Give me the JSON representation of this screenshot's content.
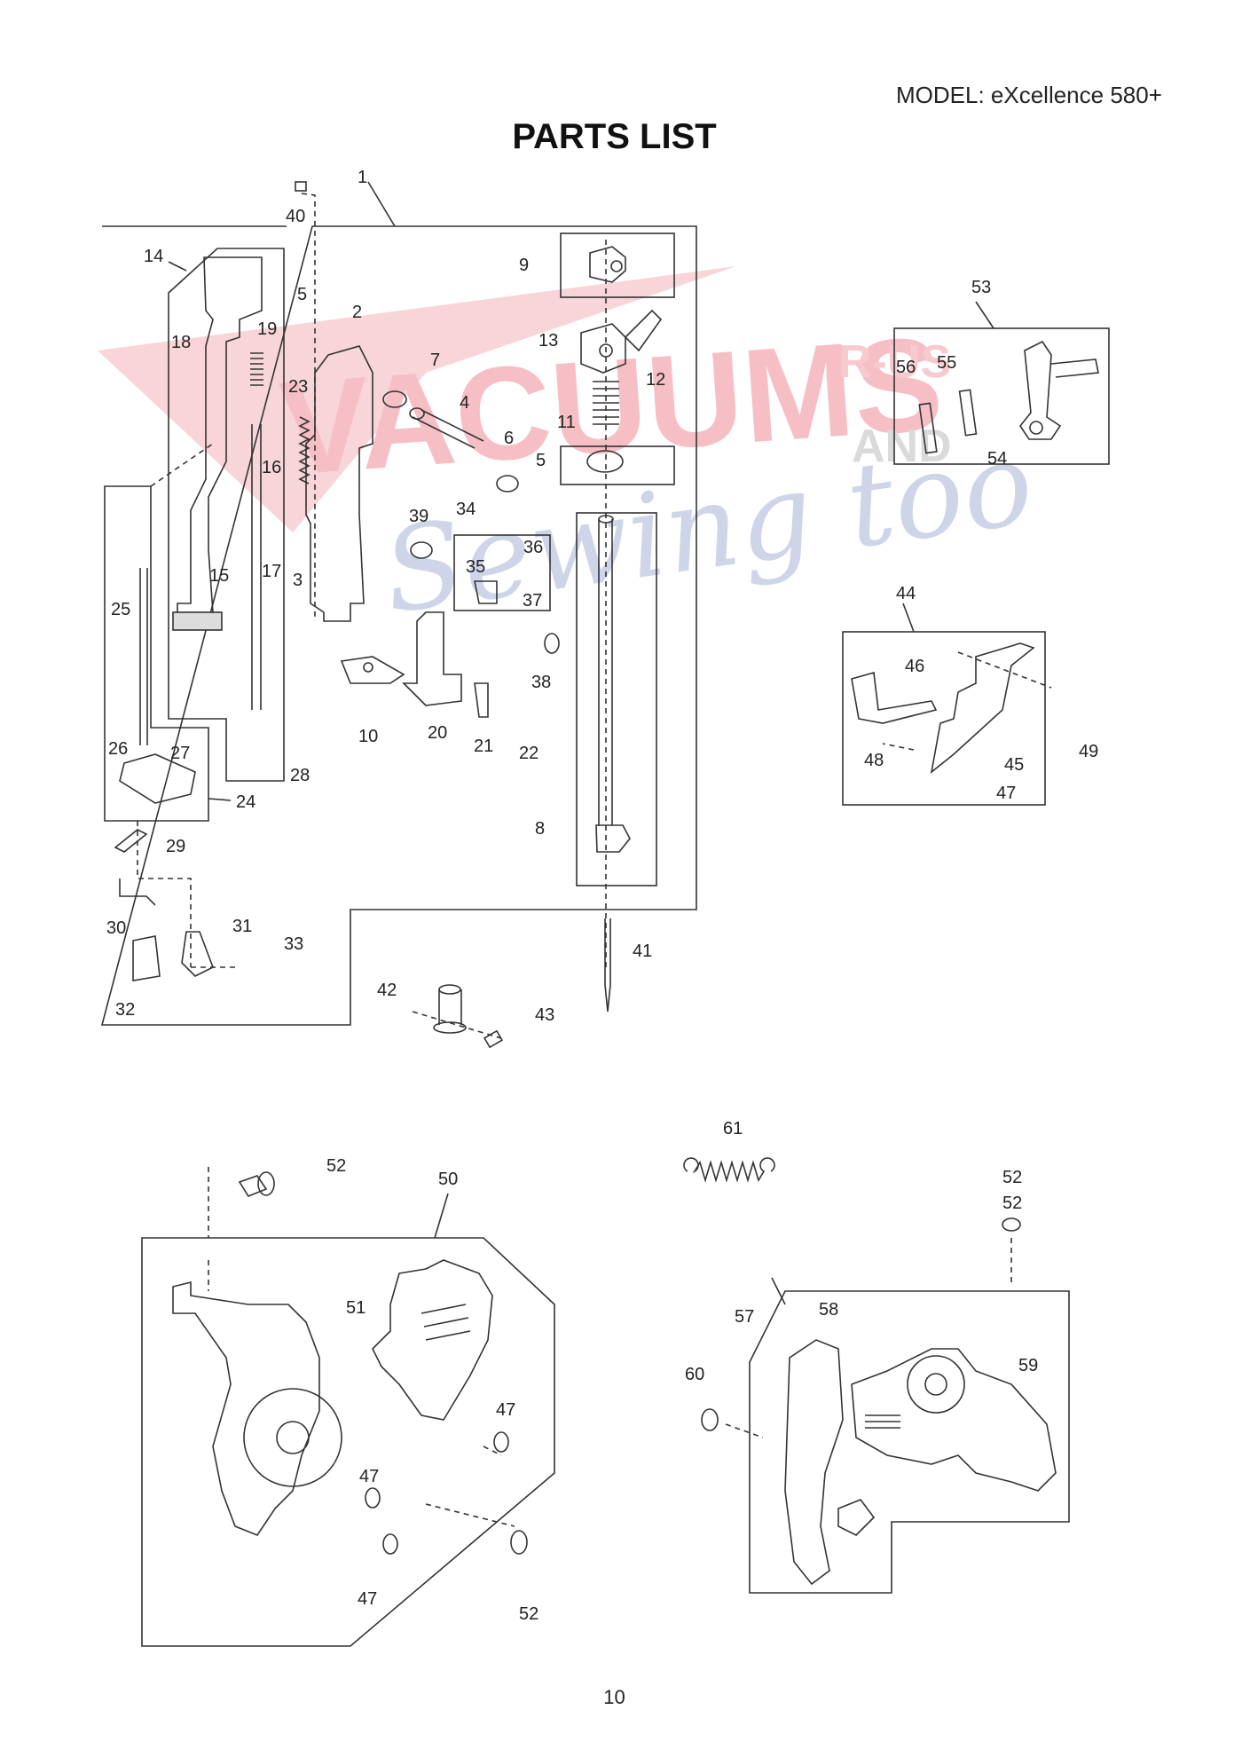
{
  "header": {
    "model": "MODEL: eXcellence 580+",
    "title": "PARTS LIST"
  },
  "footer": {
    "page_number": "10"
  },
  "watermark": {
    "brand_word": "VACUUMS",
    "small_r": "R-US",
    "small_and": "AND",
    "script": "Sewing too"
  },
  "colors": {
    "watermark_red": "#f0a0a8",
    "watermark_blue": "#a9b3d8",
    "line": "#333333"
  },
  "callouts": [
    "1",
    "2",
    "3",
    "4",
    "5",
    "5",
    "6",
    "7",
    "8",
    "9",
    "10",
    "11",
    "12",
    "13",
    "14",
    "15",
    "16",
    "17",
    "18",
    "19",
    "20",
    "21",
    "22",
    "23",
    "24",
    "25",
    "26",
    "27",
    "28",
    "29",
    "30",
    "31",
    "32",
    "33",
    "34",
    "35",
    "36",
    "37",
    "38",
    "39",
    "40",
    "41",
    "42",
    "43",
    "44",
    "45",
    "46",
    "47",
    "48",
    "49",
    "50",
    "51",
    "52",
    "47",
    "47",
    "47",
    "52",
    "52",
    "53",
    "54",
    "55",
    "56",
    "57",
    "58",
    "59",
    "60",
    "61",
    "52"
  ]
}
